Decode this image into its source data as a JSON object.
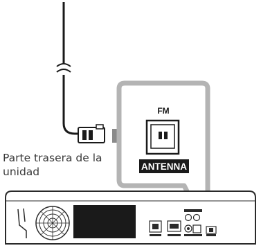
{
  "caption": {
    "line1": "Parte trasera de la",
    "line2": "unidad"
  },
  "jack": {
    "top_label": "FM",
    "bottom_label": "ANTENNA"
  },
  "colors": {
    "callout_stroke": "#b4b4b4",
    "arrow_fill": "#8a8a8a",
    "line": "#1a1a1a",
    "label_bg": "#1a1a1a",
    "label_text": "#ffffff"
  }
}
